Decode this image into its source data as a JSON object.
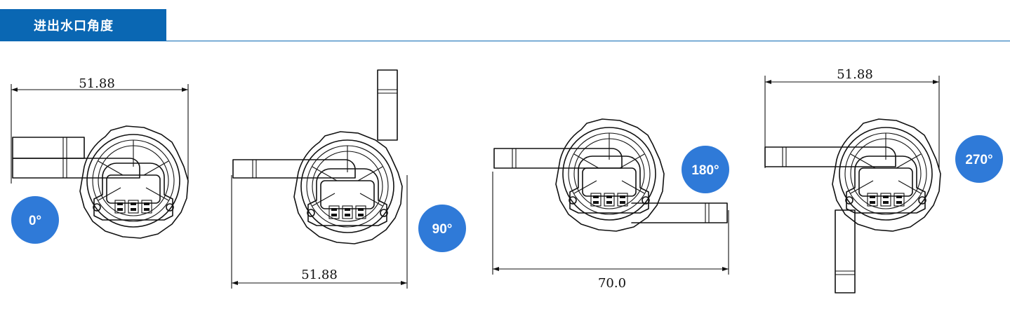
{
  "header": {
    "title": "进出水口角度"
  },
  "views": [
    {
      "angle_label": "0°",
      "dimension": "51.88"
    },
    {
      "angle_label": "90°",
      "dimension": "51.88"
    },
    {
      "angle_label": "180°",
      "dimension": "70.0"
    },
    {
      "angle_label": "270°",
      "dimension": "51.88"
    }
  ],
  "colors": {
    "accent": "#0a67b3",
    "badge": "#2f7ad8",
    "line": "#111111"
  }
}
